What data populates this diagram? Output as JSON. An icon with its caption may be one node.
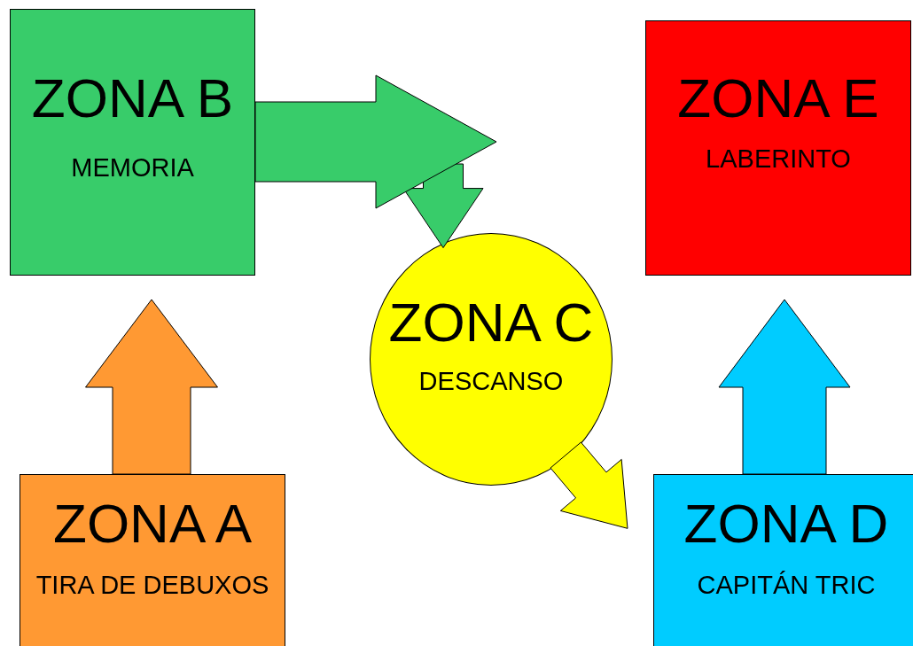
{
  "diagram": {
    "nodes": [
      {
        "text": [
          "ZONA B",
          "MEMORIA"
        ]
      },
      {
        "text": [
          "ZONA E",
          "LABERINTO"
        ]
      },
      {
        "text": [
          "ZONA C",
          "DESCANSO"
        ]
      },
      {
        "text": [
          "ZONA A",
          "TIRA DE DEBUXOS"
        ]
      },
      {
        "text": [
          "ZONA D",
          "CAPITÁN TRIC"
        ]
      }
    ],
    "edges": [
      {
        "from": 3,
        "to": 0,
        "arrow": "to",
        "color": "#ff9933"
      },
      {
        "from": 0,
        "to": null,
        "arrow": "to",
        "color": "#38cc6a"
      },
      {
        "from": null,
        "to": 2,
        "arrow": "to",
        "color": "#38cc6a"
      },
      {
        "from": 2,
        "to": 4,
        "arrow": "to",
        "color": "#ffff00"
      },
      {
        "from": 4,
        "to": 1,
        "arrow": "to",
        "color": "#00ccff"
      }
    ]
  }
}
